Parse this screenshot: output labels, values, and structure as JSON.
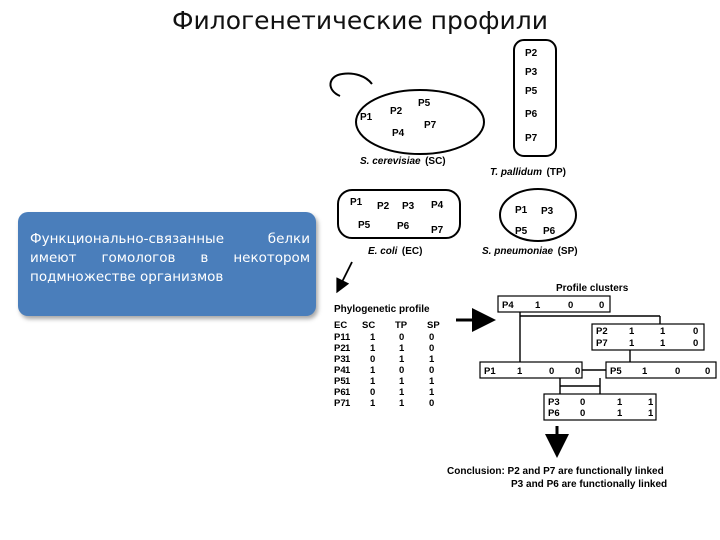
{
  "title": "Филогенетические профили",
  "callout": {
    "text": "Функционально-связанные белки имеют гомологов в некотором подмножестве организмов"
  },
  "organisms": {
    "sc": {
      "proteins": [
        "P1",
        "P2",
        "P5",
        "P4",
        "P7"
      ],
      "name_italic": "S. cerevisiae",
      "name_code": "(SC)"
    },
    "tp": {
      "proteins": [
        "P2",
        "P3",
        "P5",
        "P6",
        "P7"
      ],
      "name_italic": "T. pallidum",
      "name_code": "(TP)"
    },
    "ec": {
      "proteins": [
        "P1",
        "P2",
        "P3",
        "P4",
        "P5",
        "P6",
        "P7"
      ],
      "name_italic": "E. coli",
      "name_code": "(EC)"
    },
    "sp": {
      "proteins": [
        "P1",
        "P3",
        "P5",
        "P6"
      ],
      "name_italic": "S. pneumoniae",
      "name_code": "(SP)"
    }
  },
  "phylo_profile": {
    "title": "Phylogenetic profile",
    "columns": [
      "",
      "EC",
      "SC",
      "TP",
      "SP"
    ],
    "rows": [
      [
        "P1",
        "1",
        "1",
        "0",
        "0"
      ],
      [
        "P2",
        "1",
        "1",
        "1",
        "0"
      ],
      [
        "P3",
        "1",
        "0",
        "1",
        "1"
      ],
      [
        "P4",
        "1",
        "1",
        "0",
        "0"
      ],
      [
        "P5",
        "1",
        "1",
        "1",
        "1"
      ],
      [
        "P6",
        "1",
        "0",
        "1",
        "1"
      ],
      [
        "P7",
        "1",
        "1",
        "1",
        "0"
      ]
    ]
  },
  "clusters": {
    "title": "Profile clusters",
    "p4": [
      "P4",
      "1",
      "0",
      "0"
    ],
    "p2p7": [
      [
        "P2",
        "1",
        "1",
        "0"
      ],
      [
        "P7",
        "1",
        "1",
        "0"
      ]
    ],
    "p1": [
      "P1",
      "1",
      "0",
      "0"
    ],
    "p5": [
      "P5",
      "1",
      "0",
      "0"
    ],
    "p3p6": [
      [
        "P3",
        "0",
        "1",
        "1"
      ],
      [
        "P6",
        "0",
        "1",
        "1"
      ]
    ]
  },
  "conclusion": {
    "line1": "Conclusion: P2 and P7 are functionally linked",
    "line2": "P3 and P6 are functionally linked"
  },
  "colors": {
    "callout_fill": "#4a7ebb",
    "callout_text": "#ffffff",
    "lines": "#000000"
  }
}
